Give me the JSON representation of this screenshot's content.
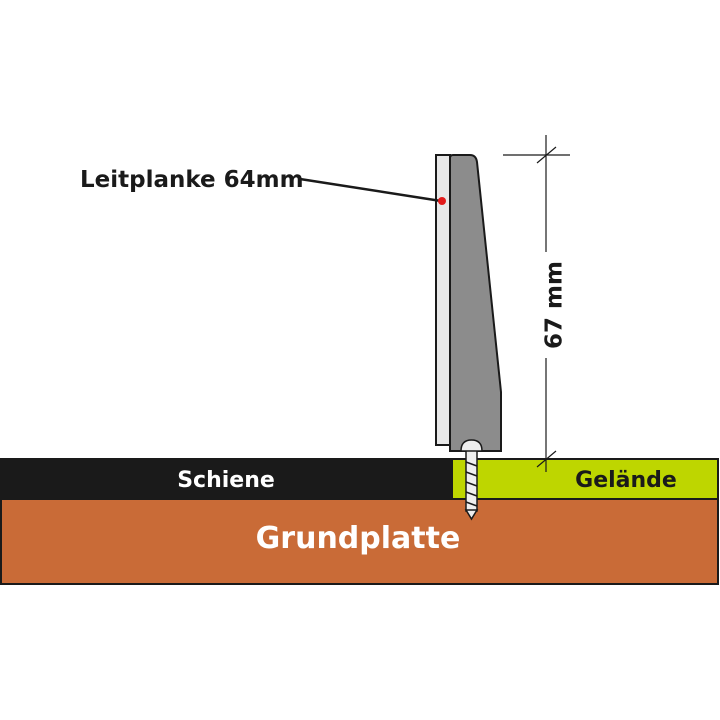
{
  "labels": {
    "guardrail": "Leitplanke 64mm",
    "dimension": "67 mm",
    "rail": "Schiene",
    "terrain": "Gelände",
    "base": "Grundplatte"
  },
  "colors": {
    "rail": "#1a1a1a",
    "terrain": "#bed600",
    "base": "#c96b37",
    "guardrail_body": "#8c8c8c",
    "guardrail_face": "#e8e8e8",
    "marker": "#e21b1b",
    "outline": "#1a1a1a",
    "base_text": "#ffffff"
  }
}
